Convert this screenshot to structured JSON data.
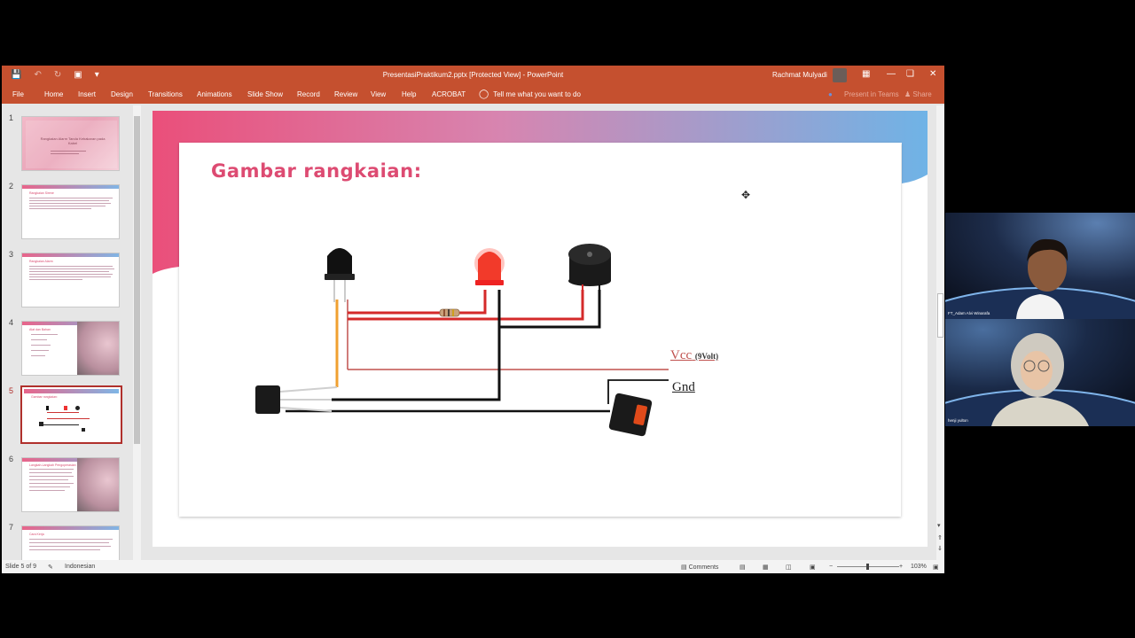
{
  "window": {
    "title": "PresentasiPraktikum2.pptx [Protected View]  -  PowerPoint",
    "user": "Rachmat Mulyadi"
  },
  "ribbon": {
    "tabs": [
      "File",
      "Home",
      "Insert",
      "Design",
      "Transitions",
      "Animations",
      "Slide Show",
      "Record",
      "Review",
      "View",
      "Help",
      "ACROBAT"
    ],
    "tell_me": "Tell me what you want to do",
    "present_in_teams": "Present in Teams",
    "share": "Share"
  },
  "thumbnails": {
    "numbers": [
      "1",
      "2",
      "3",
      "4",
      "5",
      "6",
      "7"
    ],
    "selected": 5,
    "slide1_title": "Rangkaian Alarm Tanda Kebakaran pada Kabel",
    "slide2_title": "Rangkaian Sirene",
    "slide3_title": "Rangkaian Alarm",
    "slide4_title": "Alat dan Bahan",
    "slide5_title": "Gambar rangkaian:",
    "slide6_title": "Langkah-Langkah Pengoperasian",
    "slide7_title": "Cara Kerja"
  },
  "slide": {
    "title": "Gambar rangkaian:",
    "vcc_label": "Vcc",
    "vcc_value": "(9Volt)",
    "gnd_label": "Gnd"
  },
  "status": {
    "slide_counter": "Slide 5 of 9",
    "language": "Indonesian",
    "comments": "Comments",
    "zoom": "103%"
  },
  "participants": [
    {
      "name": "FT_Adam Alvi Winarafa"
    },
    {
      "name": "henji yulton"
    }
  ],
  "colors": {
    "ribbon": "#c5502f",
    "title_pink": "#dd4b72",
    "selected_border": "#b0302c"
  }
}
